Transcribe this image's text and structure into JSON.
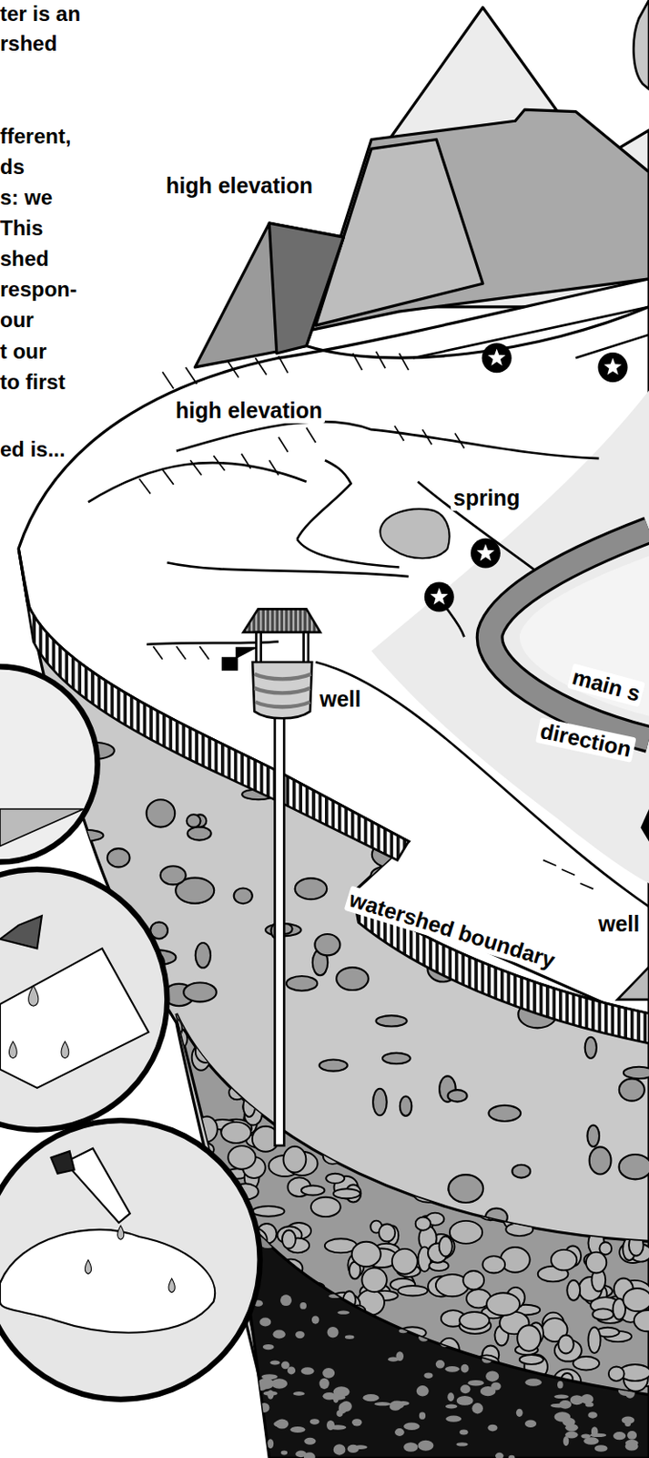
{
  "diagram": {
    "labels": [
      "ter is an",
      "rshed",
      "fferent,",
      "ds",
      "s: we",
      "This",
      "shed",
      "respon-",
      "our",
      "t our",
      "to first",
      "ed is...",
      "high elevation",
      "high elevation",
      "spring",
      "well",
      "main s",
      "direction",
      "watershed boundary",
      "well"
    ]
  }
}
